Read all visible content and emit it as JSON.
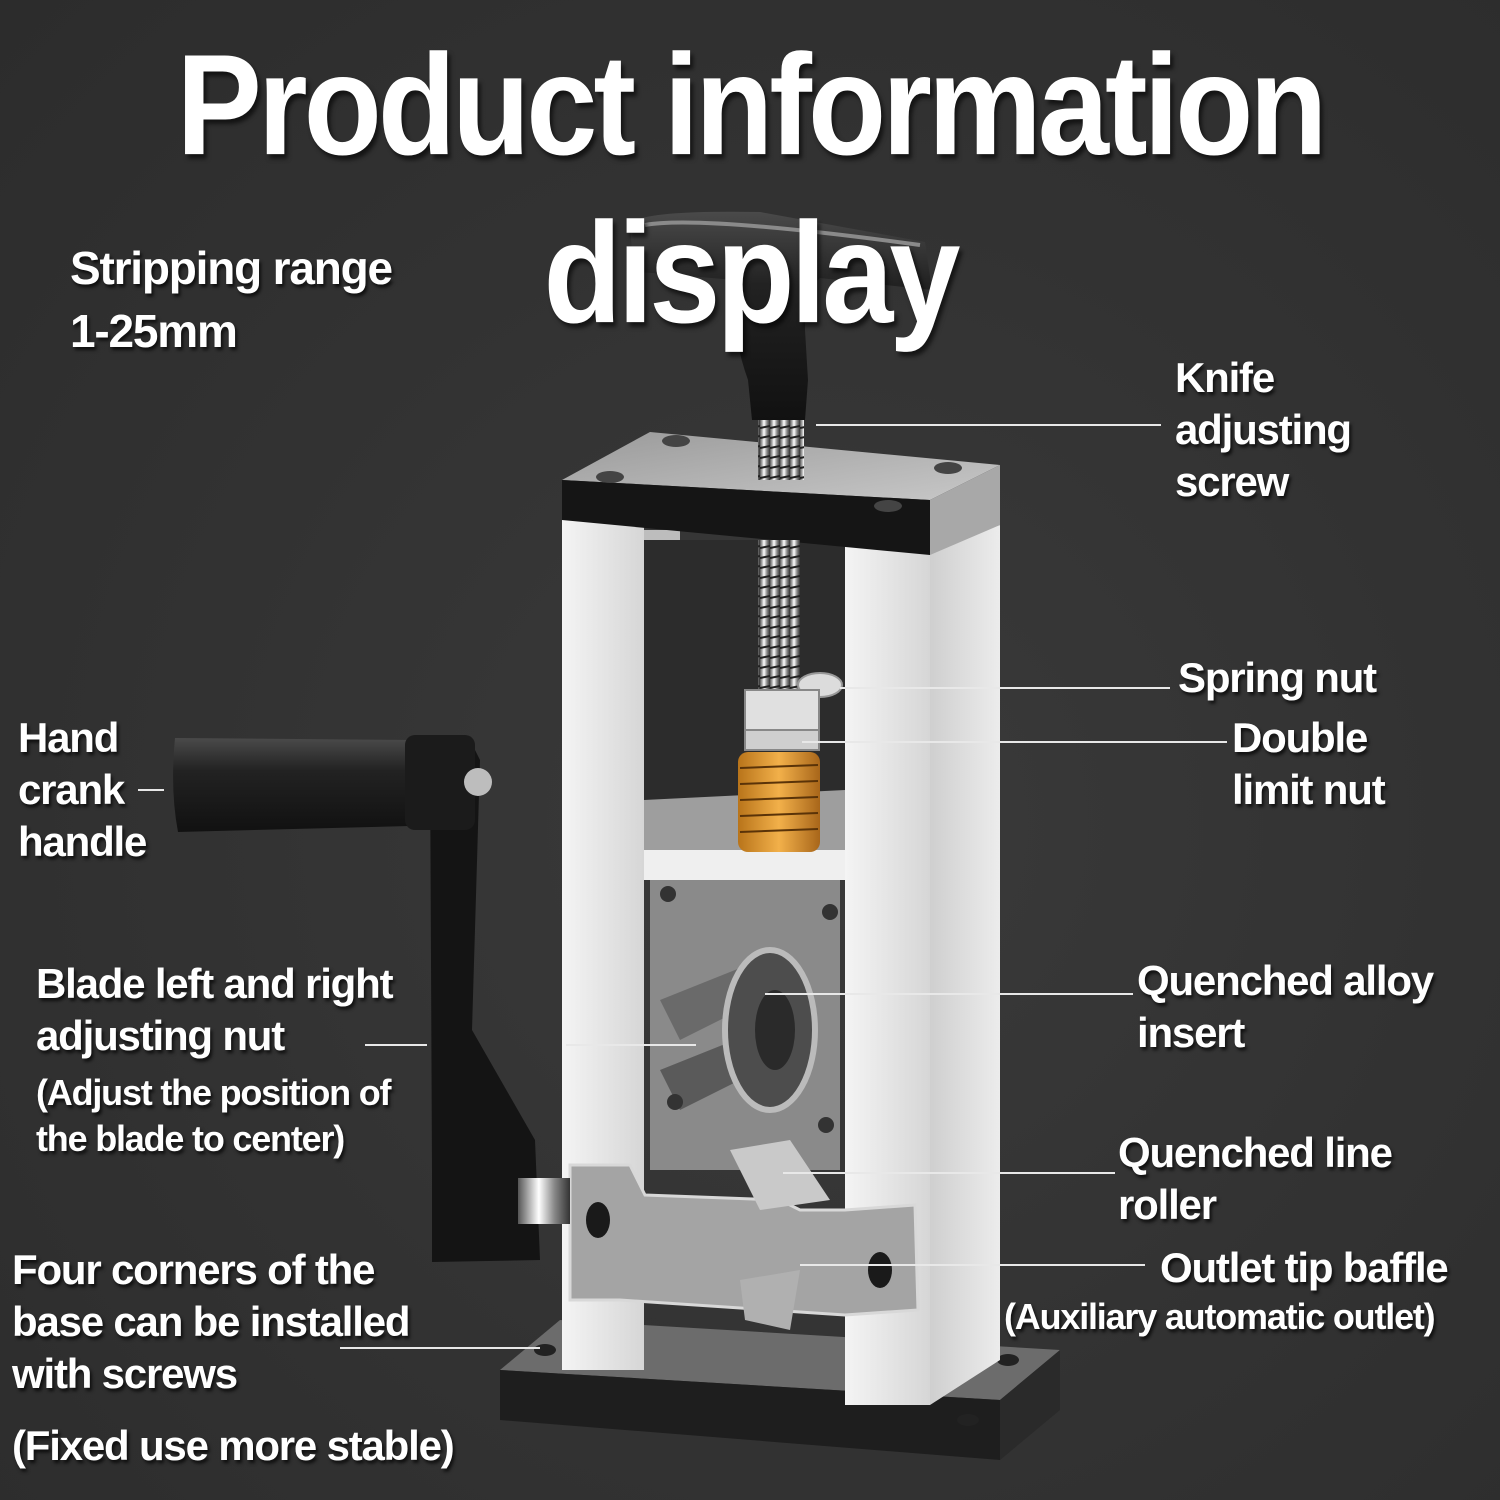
{
  "title": "Product information display",
  "spec": {
    "line1": "Stripping range",
    "line2": "1-25mm"
  },
  "callouts": {
    "knife_adjusting_screw": [
      "Knife",
      "adjusting",
      "screw"
    ],
    "spring_nut": [
      "Spring nut"
    ],
    "double_limit_nut": [
      "Double",
      "limit nut"
    ],
    "hand_crank_handle": [
      "Hand",
      "crank",
      "handle"
    ],
    "blade_adjusting_nut": {
      "lines": [
        "Blade left and right",
        "adjusting nut"
      ],
      "note": [
        "(Adjust the position of",
        "the blade to center)"
      ]
    },
    "quenched_alloy_insert": [
      "Quenched alloy",
      "insert"
    ],
    "quenched_line_roller": [
      "Quenched line",
      "roller"
    ],
    "outlet_tip_baffle": {
      "lines": [
        "Outlet tip baffle"
      ],
      "note": [
        "(Auxiliary automatic outlet)"
      ]
    },
    "base_screws": {
      "lines": [
        "Four corners of the",
        "base can be installed",
        "with screws"
      ],
      "note": [
        "(Fixed use more stable)"
      ]
    }
  },
  "colors": {
    "background": "#323232",
    "text": "#ffffff",
    "frame": "#e6e6e6",
    "handle": "#1c1c1c",
    "spring": "#d9952a"
  }
}
